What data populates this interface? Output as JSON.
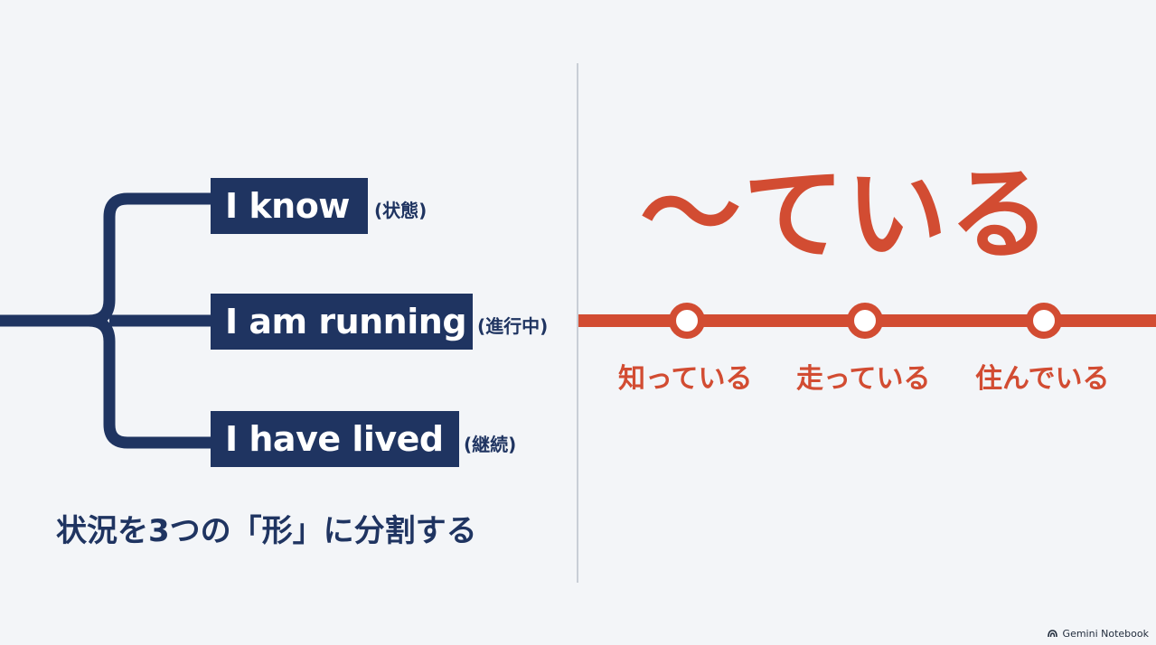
{
  "left": {
    "items": [
      {
        "english": "I know",
        "note": "(状態)"
      },
      {
        "english": "I am running",
        "note": "(進行中)"
      },
      {
        "english": "I have lived",
        "note": "(継続)"
      }
    ],
    "summary": "状況を3つの「形」に分割する"
  },
  "right": {
    "title": "〜ている",
    "examples": [
      "知っている",
      "走っている",
      "住んでいる"
    ]
  },
  "watermark": "Gemini Notebook",
  "colors": {
    "navy": "#1f3461",
    "red": "#d24c32",
    "background": "#f3f5f8"
  }
}
